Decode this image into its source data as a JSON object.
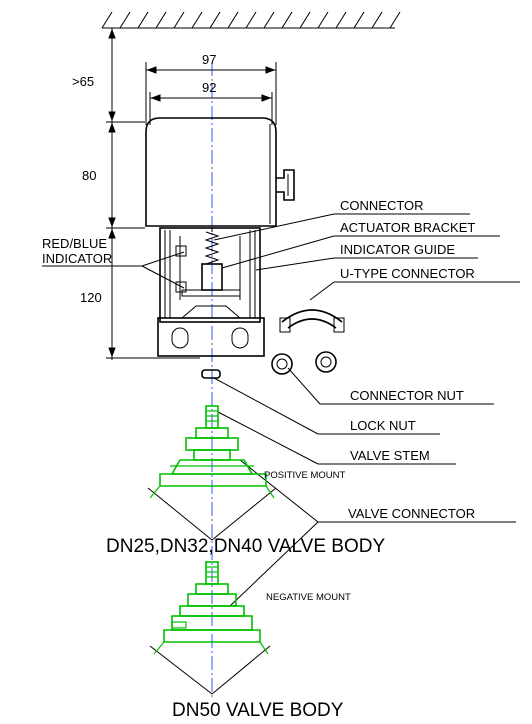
{
  "dimensions": {
    "overall_width": "97",
    "body_width": "92",
    "clearance": ">65",
    "actuator_height": "80",
    "bracket_height": "120"
  },
  "labels": {
    "connector": "CONNECTOR",
    "actuator_bracket": "ACTUATOR BRACKET",
    "indicator_guide": "INDICATOR GUIDE",
    "u_type_connector": "U-TYPE CONNECTOR",
    "red_blue_line1": "RED/BLUE",
    "red_blue_line2": "INDICATOR",
    "connector_nut": "CONNECTOR NUT",
    "lock_nut": "LOCK NUT",
    "valve_stem": "VALVE STEM",
    "positive_mount": "POSITIVE MOUNT",
    "valve_connector": "VALVE CONNECTOR",
    "negative_mount": "NEGATIVE MOUNT"
  },
  "titles": {
    "valve_body_small": "DN25,DN32,DN40 VALVE BODY",
    "valve_body_large": "DN50 VALVE BODY"
  },
  "colors": {
    "line": "#000000",
    "valve": "#00c000",
    "centerline": "#3355ff"
  }
}
